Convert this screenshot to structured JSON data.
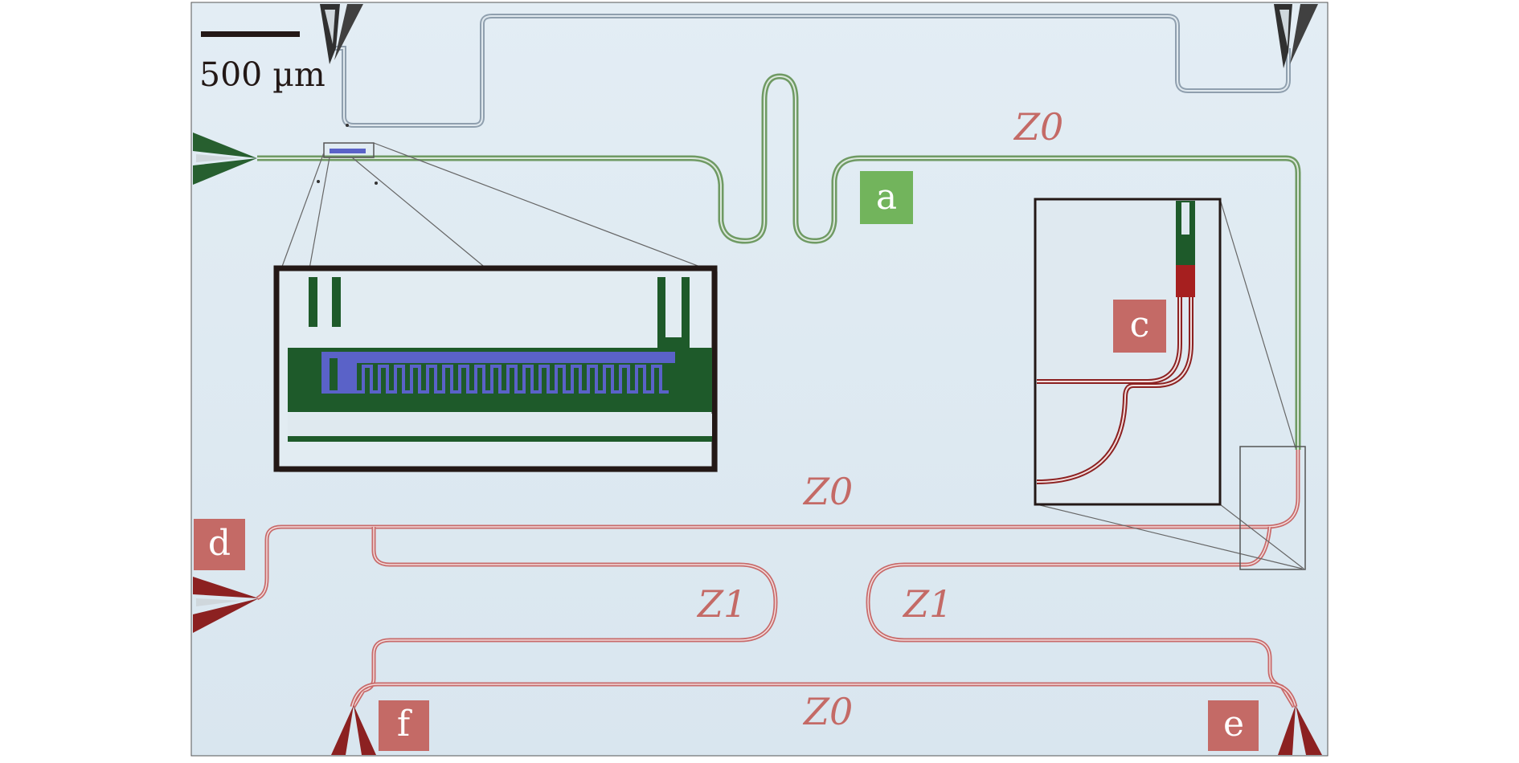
{
  "scale_bar": {
    "text": "500 µm"
  },
  "labels": {
    "a": "a",
    "c": "c",
    "d": "d",
    "e": "e",
    "f": "f",
    "z0_top": "Z0",
    "z0_mid": "Z0",
    "z0_bottom": "Z0",
    "z1_left": "Z1",
    "z1_right": "Z1"
  },
  "colors": {
    "background": "#dde8f0",
    "green_line": "#6f9a63",
    "red_line": "#c86a6a",
    "gray_line": "#8f9fae",
    "label_green": "#72b45c",
    "label_red": "#c46a66",
    "inset_green": "#1e5a2a",
    "inset_blue": "#5a62c8",
    "probe_dark": "#303030",
    "probe_green": "#275f2f",
    "probe_red": "#8c2121"
  }
}
